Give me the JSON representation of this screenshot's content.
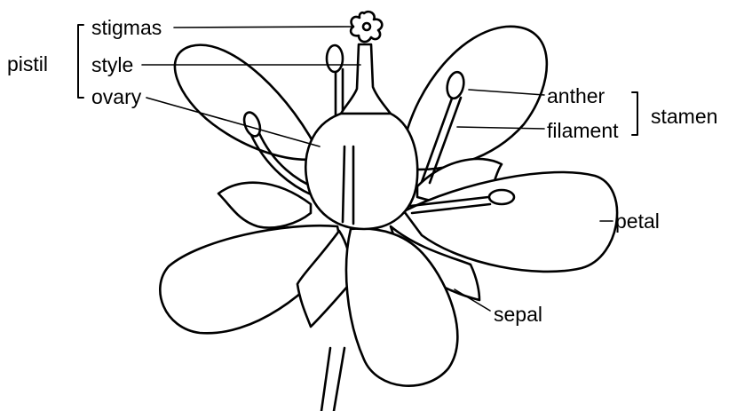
{
  "labels": {
    "pistil": "pistil",
    "stigmas": "stigmas",
    "style": "style",
    "ovary": "ovary",
    "anther": "anther",
    "filament": "filament",
    "stamen": "stamen",
    "petal": "petal",
    "sepal": "sepal"
  },
  "colors": {
    "ink": "#000000",
    "paper": "#ffffff"
  }
}
